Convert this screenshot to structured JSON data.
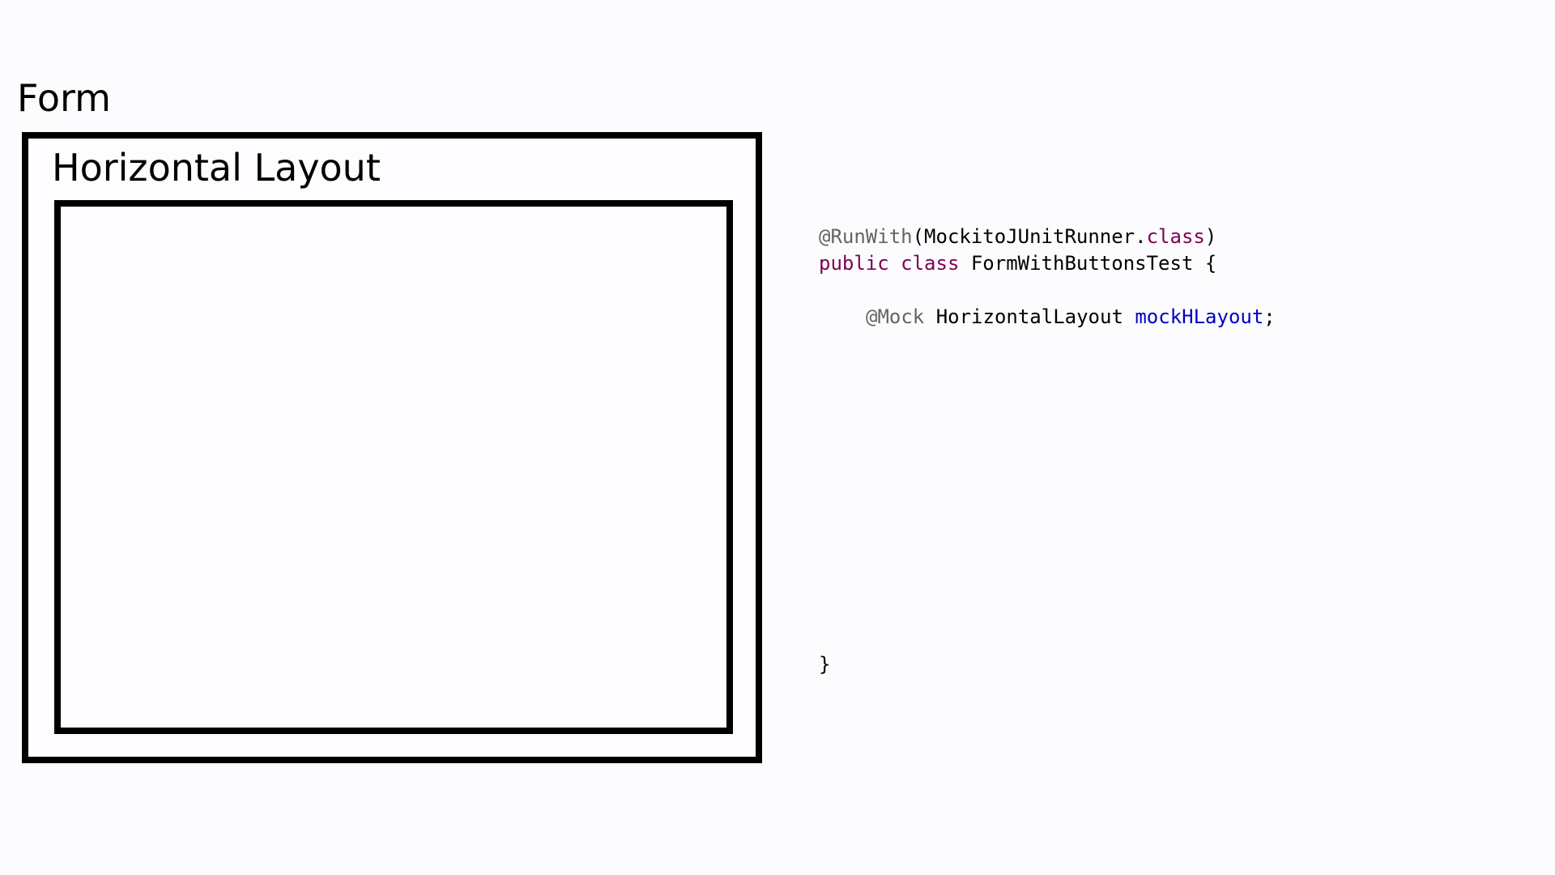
{
  "diagram": {
    "form_label": "Form",
    "horizontal_layout_label": "Horizontal Layout"
  },
  "code": {
    "line1": {
      "annotation": "@RunWith",
      "open_paren": "(",
      "runner": "MockitoJUnitRunner",
      "dot": ".",
      "class_keyword": "class",
      "close_paren": ")"
    },
    "line2": {
      "public_keyword": "public",
      "class_keyword": "class",
      "class_name": "FormWithButtonsTest",
      "open_brace": "{"
    },
    "line3": {
      "annotation": "@Mock",
      "type": "HorizontalLayout",
      "field_name": "mockHLayout",
      "semicolon": ";"
    },
    "closing_brace": "}"
  },
  "colors": {
    "background": "#fcfcfe",
    "annotation": "#646464",
    "keyword": "#7f0055",
    "field": "#0000c0",
    "text": "#000000"
  }
}
